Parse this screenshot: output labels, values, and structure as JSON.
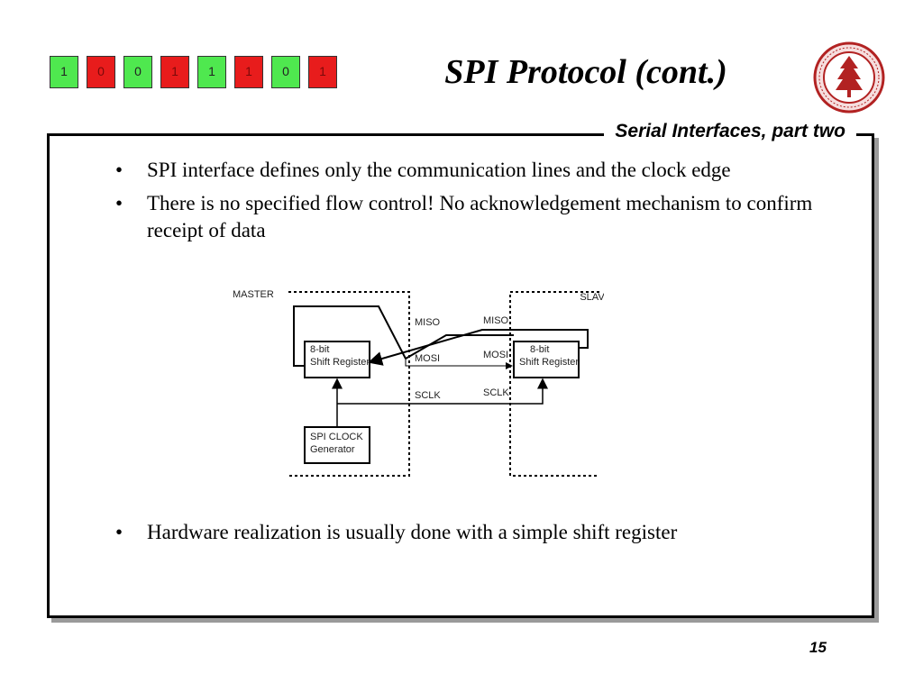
{
  "header": {
    "bits": [
      "1",
      "0",
      "0",
      "1",
      "1",
      "1",
      "0",
      "1"
    ],
    "title": "SPI Protocol (cont.)",
    "seal_icon": "university-seal-icon"
  },
  "section_label": "Serial Interfaces, part two",
  "bullets": [
    "SPI interface defines only the communication lines and the clock edge",
    "There is no specified flow control! No acknowledgement mechanism to confirm receipt of data",
    "Hardware realization is usually done with a simple shift register"
  ],
  "diagram": {
    "master_label": "MASTER",
    "slave_label": "SLAVE",
    "master_register": [
      "8-bit",
      "Shift Register"
    ],
    "slave_register": [
      "8-bit",
      "Shift Register"
    ],
    "clock_generator": [
      "SPI CLOCK",
      "Generator"
    ],
    "master_lines": [
      "MISO",
      "MOSI",
      "SCLK"
    ],
    "slave_lines": [
      "MISO",
      "MOSI",
      "SCLK"
    ]
  },
  "page_number": "15",
  "colors": {
    "bit_one": "#4fe84f",
    "bit_zero": "#e81c1c",
    "seal": "#b22222"
  }
}
